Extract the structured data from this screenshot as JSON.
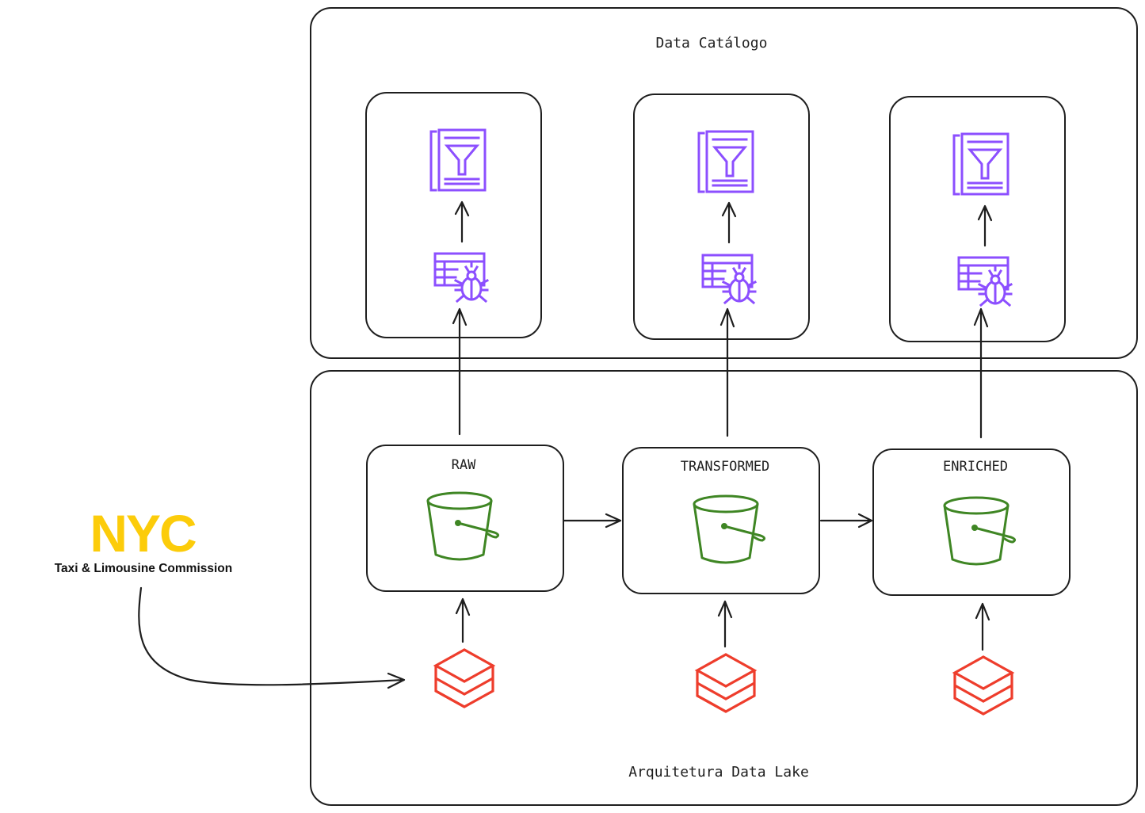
{
  "catalog": {
    "title": "Data Catálogo"
  },
  "lake": {
    "title": "Arquitetura Data Lake"
  },
  "layers": [
    {
      "name": "RAW"
    },
    {
      "name": "TRANSFORMED"
    },
    {
      "name": "ENRICHED"
    }
  ],
  "source": {
    "logo_text": "NYC",
    "label": "Taxi & Limousine Commission"
  },
  "colors": {
    "glue": "#8C4FFF",
    "s3": "#3F8624",
    "databricks": "#EE3D2C",
    "nyc_yellow": "#FCCC0A",
    "ink": "#1e1e1e"
  },
  "icons": {
    "catalog": "glue-data-catalog-icon",
    "crawler": "glue-crawler-icon",
    "bucket": "s3-bucket-icon",
    "processing": "databricks-icon"
  }
}
